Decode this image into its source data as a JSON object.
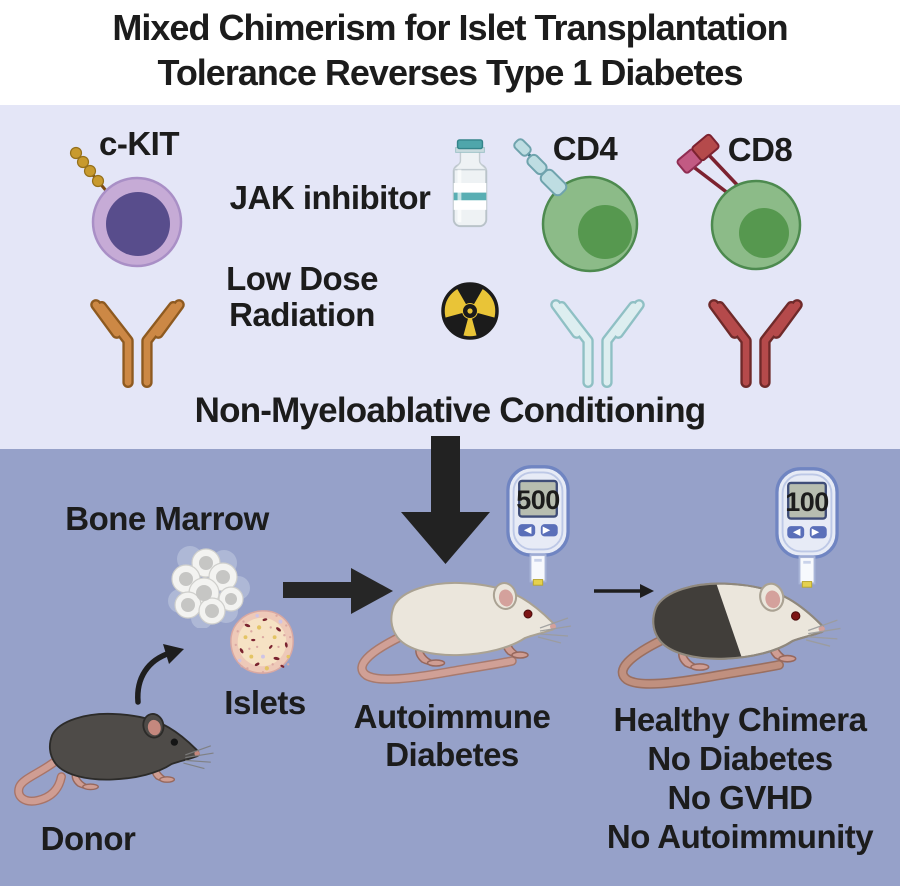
{
  "title": {
    "line1": "Mixed Chimerism for Islet Transplantation",
    "line2": "Tolerance Reverses Type 1 Diabetes"
  },
  "conditioning": {
    "caption": "Non-Myeloablative Conditioning",
    "ckit": {
      "label": "c-KIT"
    },
    "jak": {
      "label": "JAK inhibitor"
    },
    "radiation": {
      "line1": "Low Dose",
      "line2": "Radiation"
    },
    "cd4": {
      "label": "CD4"
    },
    "cd8": {
      "label": "CD8"
    }
  },
  "transplant": {
    "bone_marrow_label": "Bone Marrow",
    "islets_label": "Islets",
    "donor_label": "Donor",
    "recipient": {
      "glucose": "500",
      "line1": "Autoimmune",
      "line2": "Diabetes"
    },
    "outcome": {
      "glucose": "100",
      "line1": "Healthy Chimera",
      "line2": "No Diabetes",
      "line3": "No GVHD",
      "line4": "No Autoimmunity"
    }
  },
  "colors": {
    "light_section_bg": "#e4e6f7",
    "dark_section_bg": "#96a1c9",
    "text": "#1c1c1c",
    "ckit_cell_outer": "#c6abd6",
    "ckit_cell_nucleus": "#584d8c",
    "tcell_body": "#8cbb88",
    "tcell_nucleus": "#56984f",
    "ckit_antibody_orange": "#cc8845",
    "cd4_antibody_teal": "#ddeef0",
    "cd8_antibody_red": "#b54a4b",
    "radiation_yellow": "#e9c437",
    "vial_teal": "#4fa6ab",
    "meter_blue": "#7085c2",
    "arrow_black": "#222222",
    "donor_mouse": "#4e4b48",
    "recipient_mouse": "#ebe6dc"
  }
}
